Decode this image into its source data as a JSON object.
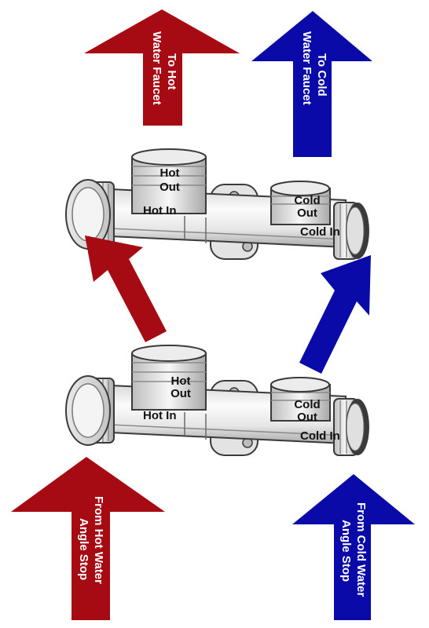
{
  "colors": {
    "hot": "#a60a12",
    "cold": "#0a0aa8",
    "metal_light": "#f2f2f2",
    "metal_mid": "#cfcfcf",
    "metal_dark": "#8a8a8a",
    "outline": "#3a3a3a"
  },
  "arrows": {
    "to_hot": {
      "line1": "To Hot",
      "line2": "Water Faucet"
    },
    "to_cold": {
      "line1": "To Cold",
      "line2": "Water Faucet"
    },
    "from_hot": {
      "line1": "From Hot Water",
      "line2": "Angle Stop"
    },
    "from_cold": {
      "line1": "From Cold Water",
      "line2": "Angle Stop"
    }
  },
  "valves": {
    "upper": {
      "hot_out_line1": "Hot",
      "hot_out_line2": "Out",
      "cold_out_line1": "Cold",
      "cold_out_line2": "Out",
      "hot_in": "Hot In",
      "cold_in": "Cold In"
    },
    "lower": {
      "hot_out_line1": "Hot",
      "hot_out_line2": "Out",
      "cold_out_line1": "Cold",
      "cold_out_line2": "Out",
      "hot_in": "Hot In",
      "cold_in": "Cold In"
    }
  }
}
